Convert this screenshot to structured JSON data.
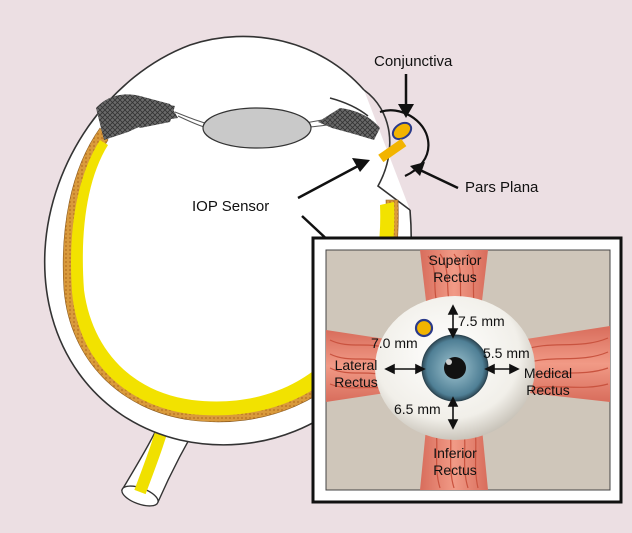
{
  "labels": {
    "conjunctiva": "Conjunctiva",
    "pars_plana": "Pars Plana",
    "iop_sensor": "IOP Sensor"
  },
  "inset": {
    "muscles": {
      "superior": [
        "Superior",
        "Rectus"
      ],
      "inferior": [
        "Inferior",
        "Rectus"
      ],
      "lateral": [
        "Lateral",
        "Rectus"
      ],
      "medical": [
        "Medical",
        "Rectus"
      ]
    },
    "distances": {
      "superior": "7.5 mm",
      "lateral": "7.0 mm",
      "medical": "5.5 mm",
      "inferior": "6.5 mm"
    }
  },
  "colors": {
    "background": "#ecdfe3",
    "retina": "#f0e000",
    "choroid": "#d9a040",
    "ciliary": "#555555",
    "lens": "#c9c9c9",
    "sensor_fill": "#f2b400",
    "sensor_ring": "#2a3a8a",
    "muscle": "#e08070",
    "inset_bg": "#cfc6ba",
    "iris": "#5f8aa0"
  }
}
